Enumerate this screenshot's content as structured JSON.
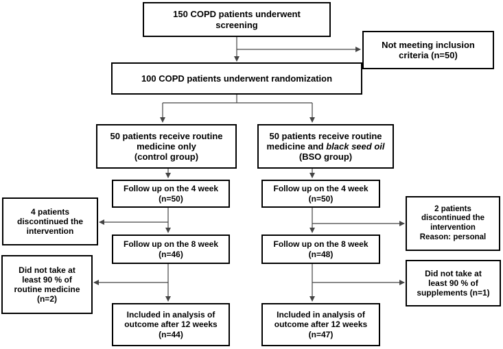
{
  "screening": {
    "line1": "150 COPD patients underwent",
    "line2": "screening"
  },
  "excluded": {
    "line1": "Not meeting inclusion",
    "line2": "criteria (n=50)"
  },
  "randomized": {
    "line1": "100 COPD patients underwent randomization"
  },
  "control_group": {
    "line1": "50 patients receive routine",
    "line2": "medicine only",
    "line3": "(control group)"
  },
  "bso_group": {
    "line1": "50 patients receive  routine",
    "line2_text": "medicine and ",
    "line2_italic": "black seed oil",
    "line3": "(BSO group)"
  },
  "control_followup_4": {
    "line1": "Follow up on the 4 week",
    "line2": "(n=50)"
  },
  "bso_followup_4": {
    "line1": "Follow up on the 4 week",
    "line2": "(n=50)"
  },
  "control_discontinued": {
    "line1": "4 patients",
    "line2": "discontinued the",
    "line3": "intervention"
  },
  "bso_discontinued": {
    "line1": "2 patients",
    "line2": "discontinued the",
    "line3": "intervention",
    "line4": "Reason: personal"
  },
  "control_followup_8": {
    "line1": "Follow up on the 8 week",
    "line2": "(n=46)"
  },
  "bso_followup_8": {
    "line1": "Follow up on the 8 week",
    "line2": "(n=48)"
  },
  "control_nonadherent": {
    "line1": "Did not take at",
    "line2": "least 90 % of",
    "line3": "routine medicine",
    "line4": "(n=2)"
  },
  "bso_nonadherent": {
    "line1": "Did not take at",
    "line2": "least 90 % of",
    "line3": "supplements (n=1)"
  },
  "control_analysis": {
    "line1": "Included in analysis of",
    "line2": "outcome after 12 weeks",
    "line3": "(n=44)"
  },
  "bso_analysis": {
    "line1": "Included in analysis of",
    "line2": "outcome after 12 weeks",
    "line3": "(n=47)"
  }
}
